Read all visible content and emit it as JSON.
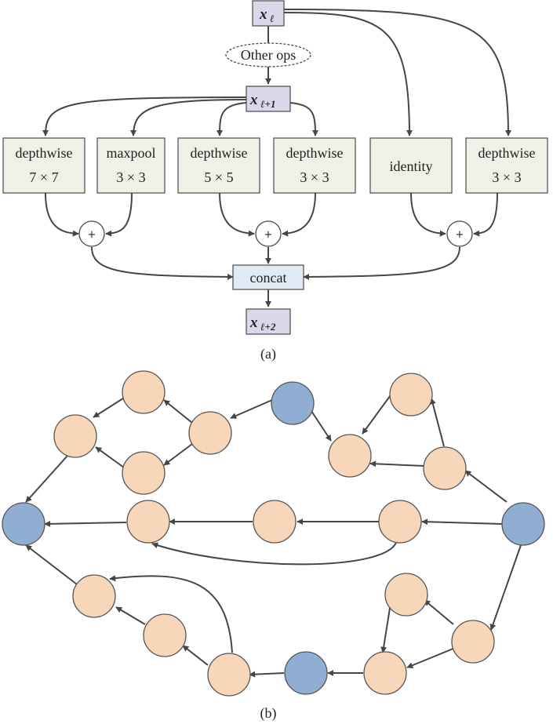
{
  "colors": {
    "op_box": "#eef2e6",
    "tensor_box": "#dcd6ea",
    "concat_box": "#dfeaf5",
    "node_regular": "#f7d6b9",
    "node_highlight": "#8faed1",
    "edge": "#454545"
  },
  "panel_a": {
    "caption": "(a)",
    "input": {
      "base": "x",
      "sub": "ℓ"
    },
    "other_ops": "Other ops",
    "mid": {
      "base": "x",
      "sub": "ℓ+1"
    },
    "output": {
      "base": "x",
      "sub": "ℓ+2"
    },
    "ops": [
      {
        "line1": "depthwise",
        "line2": "7 × 7"
      },
      {
        "line1": "maxpool",
        "line2": "3 × 3"
      },
      {
        "line1": "depthwise",
        "line2": "5 × 5"
      },
      {
        "line1": "depthwise",
        "line2": "3 × 3"
      },
      {
        "line1": "identity",
        "line2": ""
      },
      {
        "line1": "depthwise",
        "line2": "3 × 3"
      }
    ],
    "add_symbol": "+",
    "concat": "concat"
  },
  "panel_b": {
    "caption": "(b)"
  }
}
